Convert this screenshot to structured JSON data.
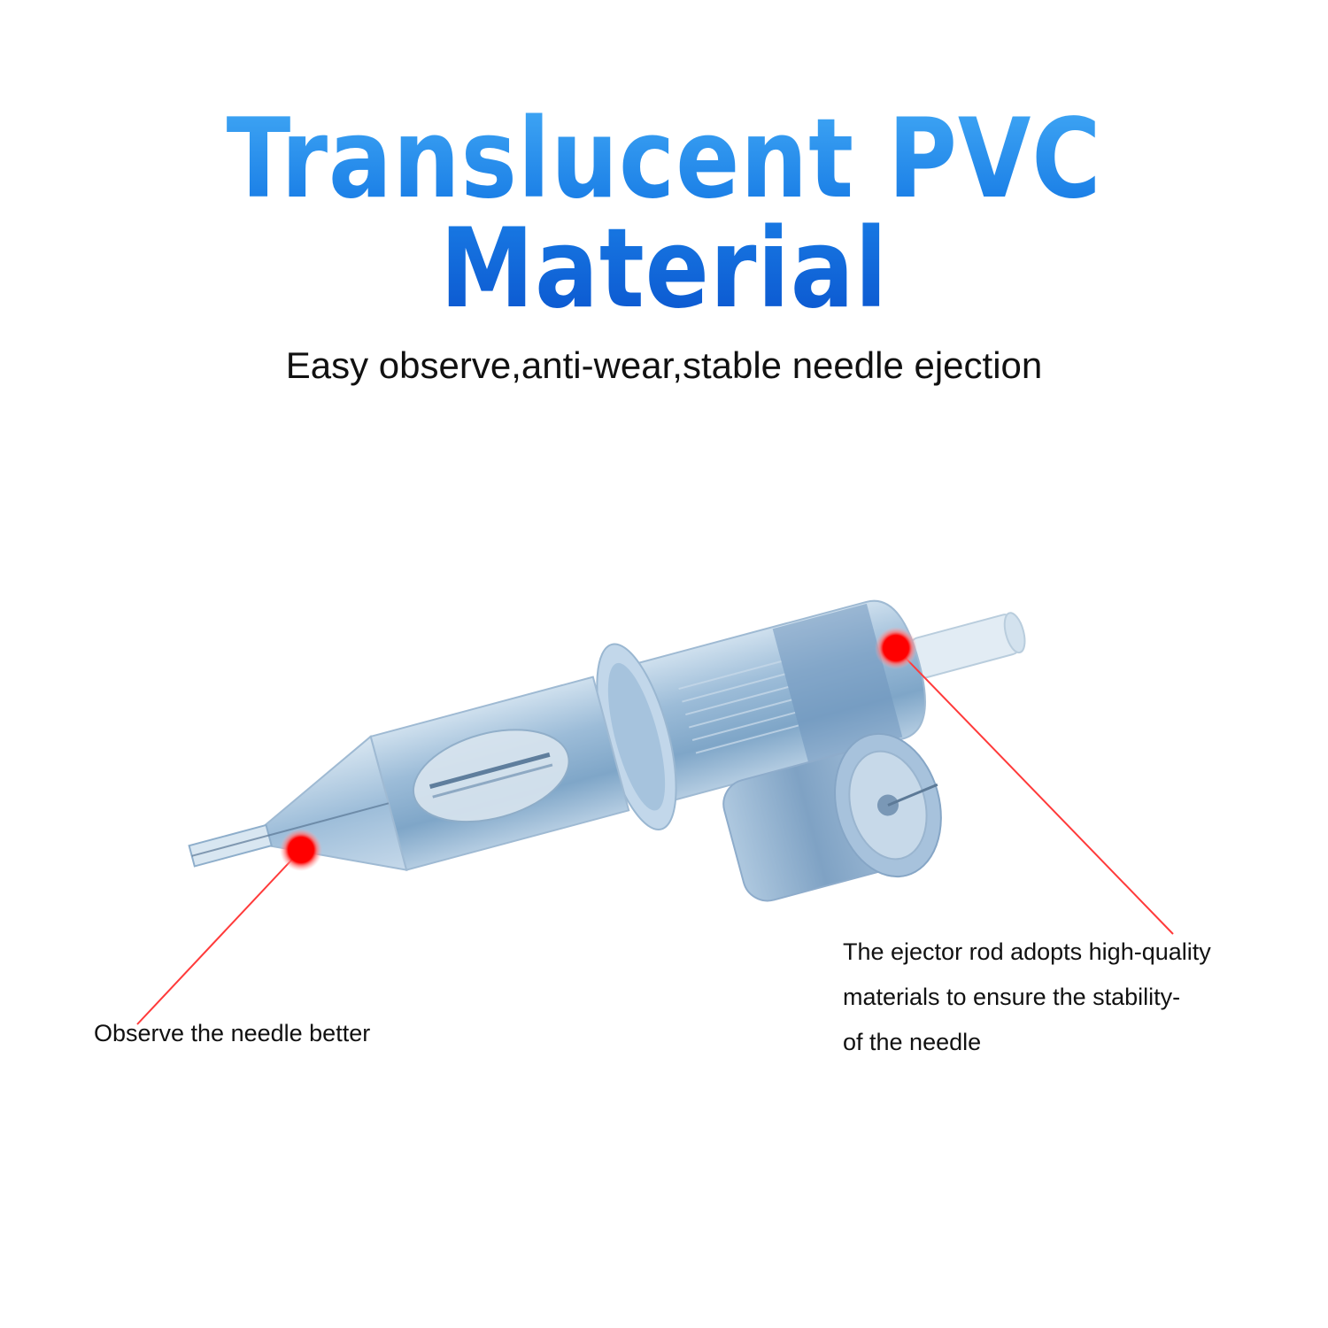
{
  "header": {
    "title": "Translucent PVC Material",
    "subtitle": "Easy observe,anti-wear,stable needle ejection"
  },
  "callouts": {
    "left": {
      "text": "Observe the needle better"
    },
    "right": {
      "lines": [
        "The ejector rod adopts high-quality",
        "materials to ensure the stability-",
        "of the needle"
      ]
    }
  },
  "colors": {
    "title_gradient_top": "#3fa6f4",
    "title_gradient_bottom": "#0b56cf",
    "marker_red": "#ff0000",
    "body_blue": "#8fb3d1"
  },
  "icons": {
    "marker": "red-dot-marker"
  }
}
